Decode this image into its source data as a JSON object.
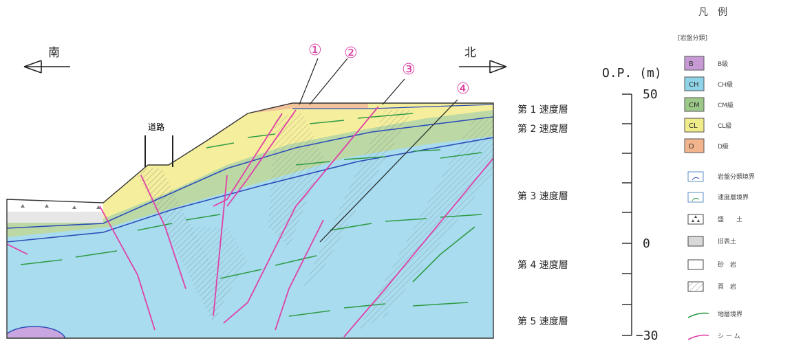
{
  "direction": {
    "south": "南",
    "north": "北"
  },
  "road_label": "道路",
  "markers": [
    "①",
    "②",
    "③",
    "④"
  ],
  "velocity_layers": [
    "第 1 速度層",
    "第 2 速度層",
    "第 3 速度層",
    "第 4 速度層",
    "第 5 速度層"
  ],
  "scale": {
    "title": "O.P. (m)",
    "ticks": [
      "50",
      "0",
      "−30"
    ]
  },
  "legend": {
    "title": "凡　例",
    "subtitle": "[岩盤分類]",
    "rock_classes": [
      {
        "code": "B",
        "label": "B級",
        "color": "#c79ad6"
      },
      {
        "code": "CH",
        "label": "CH級",
        "color": "#8fd3e8"
      },
      {
        "code": "CM",
        "label": "CM級",
        "color": "#9cc88a"
      },
      {
        "code": "CL",
        "label": "CL級",
        "color": "#f1ec8a"
      },
      {
        "code": "D",
        "label": "D級",
        "color": "#f2b48c"
      }
    ],
    "items": [
      {
        "label": "岩盤分類境界",
        "icon": "rock-boundary-icon"
      },
      {
        "label": "速度層境界",
        "icon": "velocity-boundary-icon"
      },
      {
        "label": "盛　　土",
        "icon": "fill-soil-icon"
      },
      {
        "label": "旧表土",
        "icon": "old-topsoil-icon"
      },
      {
        "label": "砂　岩",
        "icon": "sandstone-icon"
      },
      {
        "label": "頁　岩",
        "icon": "shale-icon"
      },
      {
        "label": "地層境界",
        "icon": "stratum-boundary-icon"
      },
      {
        "label": "シ ー ム",
        "icon": "seam-icon"
      }
    ]
  },
  "colors": {
    "D": "#f3c49b",
    "CL": "#f5ee9c",
    "CM": "#bcd9a5",
    "CH": "#a8dcee",
    "B": "#c9a6e0",
    "seam": "#e040a8",
    "stratum": "#2f9b45",
    "velocity": "#2d4db8",
    "outline": "#333333"
  }
}
